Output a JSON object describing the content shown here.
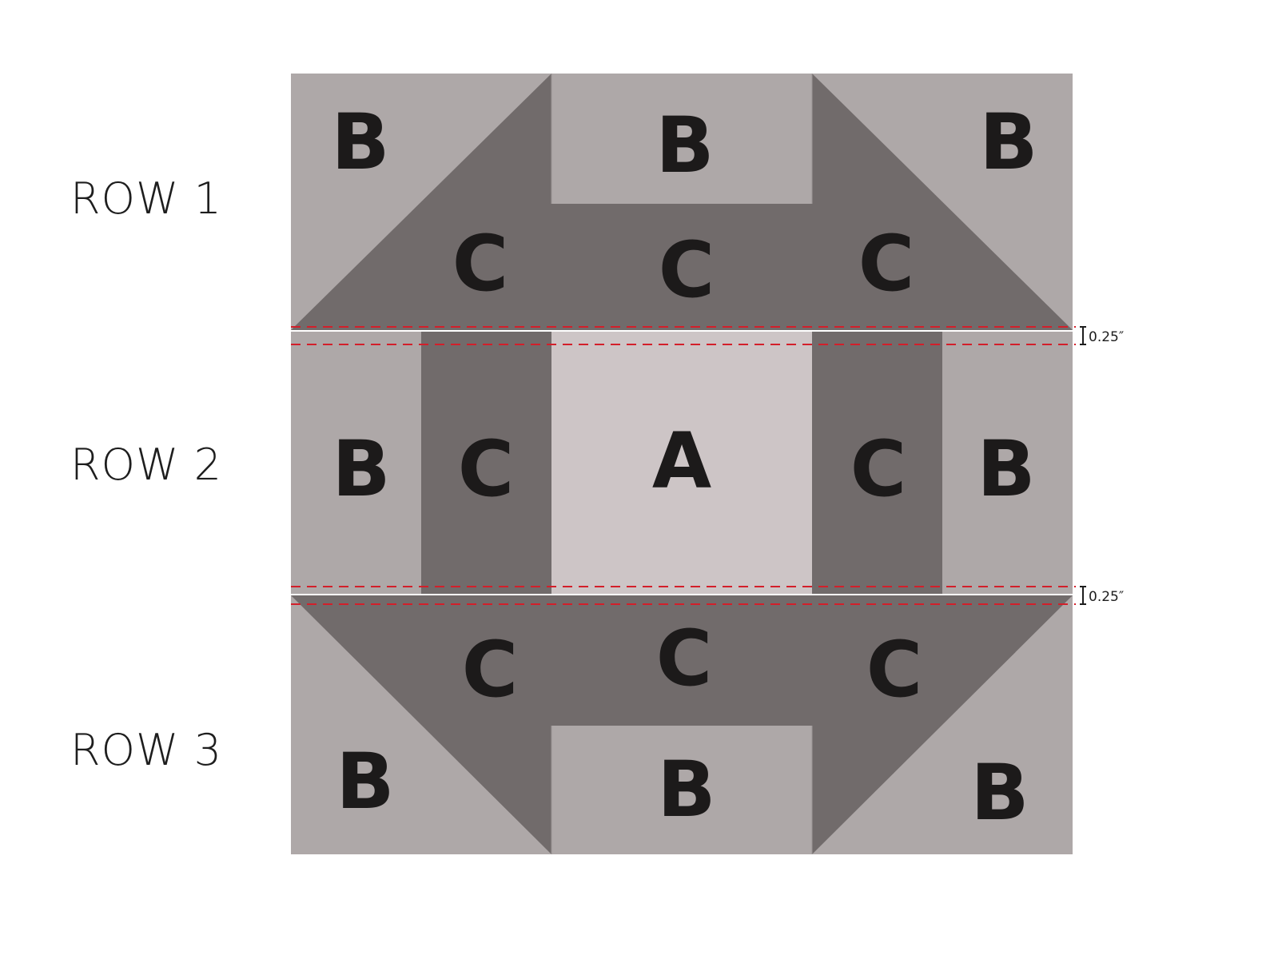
{
  "rows": [
    {
      "label": "ROW 1"
    },
    {
      "label": "ROW 2"
    },
    {
      "label": "ROW 3"
    }
  ],
  "pieces": {
    "a": "A",
    "b": "B",
    "c": "C"
  },
  "seam_allowance": {
    "upper": "0.25″",
    "lower": "0.25″"
  },
  "colors": {
    "piece_a": "#cdc5c6",
    "piece_b": "#aea8a8",
    "piece_c": "#716b6b",
    "seam_line": "#d31f2a"
  }
}
